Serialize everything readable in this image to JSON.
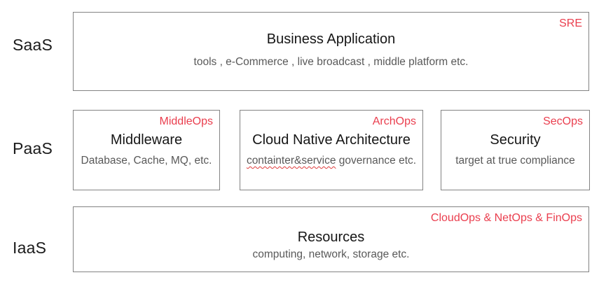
{
  "palette": {
    "accent_red": "#ea3e4e",
    "title_text": "#161616",
    "subtitle_text": "#595959",
    "box_border": "#838383",
    "background": "#ffffff"
  },
  "layers": [
    {
      "label": "SaaS",
      "boxes": [
        {
          "ops": "SRE",
          "title": "Business Application",
          "subtitle": "tools , e-Commerce , live broadcast , middle platform etc."
        }
      ]
    },
    {
      "label": "PaaS",
      "boxes": [
        {
          "ops": "MiddleOps",
          "title": "Middleware",
          "subtitle": "Database, Cache, MQ, etc."
        },
        {
          "ops": "ArchOps",
          "title": "Cloud Native Architecture",
          "subtitle_misspelled": "containter&service",
          "subtitle_rest": " governance etc."
        },
        {
          "ops": "SecOps",
          "title": "Security",
          "subtitle": "target at true compliance"
        }
      ]
    },
    {
      "label": "IaaS",
      "boxes": [
        {
          "ops": "CloudOps & NetOps & FinOps",
          "title": "Resources",
          "subtitle": "computing, network, storage etc."
        }
      ]
    }
  ]
}
